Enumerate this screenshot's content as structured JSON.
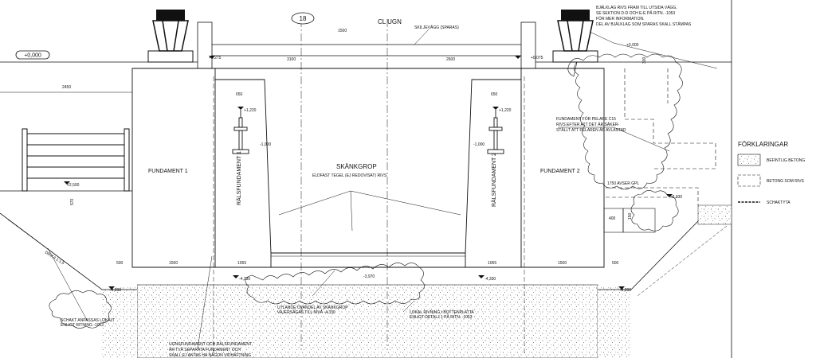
{
  "header": {
    "badge": "18",
    "centerline": "CL UGN",
    "level_left": "+0,000",
    "wall_label": "SKILJEVÄGG (SPARAS)"
  },
  "notes": {
    "top_right": [
      "BJÄLKLAG RIVS FRAM TILL UTSIDA VÄGG,",
      "SE SEKTION D-D OCH E-E PÅ RITN. -1053",
      "FÖR MER INFORMATION.",
      "DEL AV BJÄLKLAG SOM SPARAS SKALL STÄMPAS"
    ],
    "pillar": [
      "FUNDAMENT FÖR PELARE C15",
      "RIVS EFTER ATT DET ÄR SÄKER-",
      "STÄLLT ATT PELAREN ÄR AVLASTAD"
    ],
    "schakt": [
      "SCHAKT ANPASSAS LOKALT",
      "ENLIGT RITNING -1053"
    ],
    "foundations_bottom": [
      "UGNSFUNDAMENT OCH RÄLSFUNDAMENT",
      "ÄR TVÅ SEPARATA FUNDAMENT OCH",
      "SKALL EJ ANTAS HA NÅGON VIDHÄFTNING"
    ],
    "pit_floor": [
      "UTLANDE OVANDEL AV SKÄNKGROP",
      "VAJERSÅGAS TILL NIVÅ -4,330"
    ],
    "slab": [
      "LOKAL RIVNING I BOTTENPLATTA",
      "ENLIGT DETALJ 1 PÅ RITN. -1053"
    ],
    "dims_right": "1750 AVSER GPL",
    "slope": "DRIKA 1:1,5"
  },
  "labels": {
    "fundament1": "FUNDAMENT 1",
    "fundament2": "FUNDAMENT 2",
    "ralsfundament1": "RÄLSFUNDAMENT 1",
    "ralsfundament2": "RÄLSFUNDAMENT 2",
    "skankgrop": "SKÄNKGROP",
    "eldfast": "ELDFAST TEGEL (EJ REDOVISAT) RIVS"
  },
  "dimensions": {
    "d1500_top": "1500",
    "d3100": "3100",
    "d2600": "2600",
    "d2450": "2450",
    "d650a": "650",
    "d650b": "650",
    "d500a": "500",
    "d1500a": "1500",
    "d1065a": "1065",
    "d1065b": "1065",
    "d1500b": "1500",
    "d500b": "500",
    "d400": "400",
    "d300": "300",
    "d150": "150",
    "d570": "570"
  },
  "levels": {
    "l0275": "+0,275",
    "l0075": "+0,075",
    "l0000r": "+0,000",
    "l1220a": "+1,220",
    "l1220b": "+1,220",
    "l1000a": "-1,000",
    "l1000b": "-1,000",
    "l2500": "+2,500",
    "l2030": "-2,030",
    "l4330a": "-4,330",
    "l4330b": "-4,330",
    "l4890a": "-4,890",
    "l4890b": "-4,890",
    "l3970": "-3,970"
  },
  "legend": {
    "title": "FÖRKLARINGAR",
    "items": [
      {
        "label": "BEFINTLIG BETONG"
      },
      {
        "label": "BETONG SOM RIVS"
      },
      {
        "label": "SCHAKTYTA"
      }
    ]
  }
}
